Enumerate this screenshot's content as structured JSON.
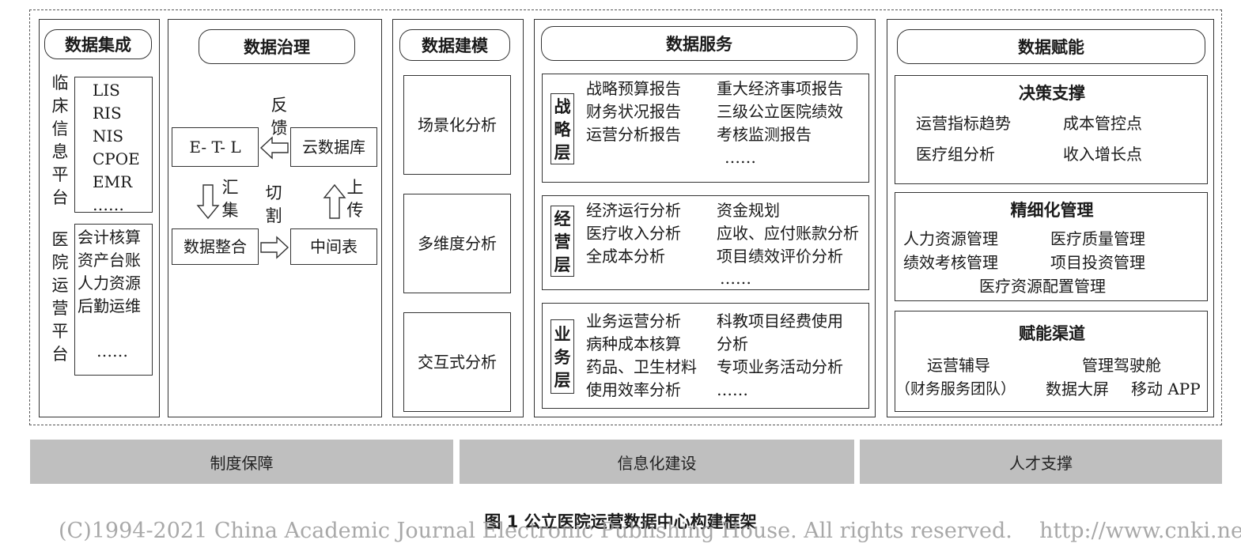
{
  "col1": {
    "title": "数据集成",
    "clinical_label": "临床信息平台",
    "clinical_items": [
      "LIS",
      "RIS",
      "NIS",
      "CPOE",
      "EMR",
      "……"
    ],
    "ops_label": "医院运营平台",
    "ops_items": [
      "会计核算",
      "资产台账",
      "人力资源",
      "后勤运维",
      "……"
    ]
  },
  "col2": {
    "title": "数据治理",
    "etl": "E- T- L",
    "cloud_db": "云数据库",
    "integration": "数据整合",
    "middle_table": "中间表",
    "feedback": "反馈",
    "aggregate": "汇集",
    "cut": "切割",
    "upload": "上传"
  },
  "col3": {
    "title": "数据建模",
    "items": [
      "场景化分析",
      "多维度分析",
      "交互式分析"
    ]
  },
  "col4": {
    "title": "数据服务",
    "strategy": {
      "label": "战略层",
      "left": [
        "战略预算报告",
        "财务状况报告",
        "运营分析报告"
      ],
      "right": [
        "重大经济事项报告",
        "三级公立医院绩效",
        "考核监测报告",
        "……"
      ]
    },
    "operation": {
      "label": "经营层",
      "left": [
        "经济运行分析",
        "医疗收入分析",
        "全成本分析"
      ],
      "right": [
        "资金规划",
        "应收、应付账款分析",
        "项目绩效评价分析",
        "……"
      ]
    },
    "business": {
      "label": "业务层",
      "left": [
        "业务运营分析",
        "病种成本核算",
        "药品、卫生材料",
        "使用效率分析"
      ],
      "right": [
        "科教项目经费使用",
        "分析",
        "专项业务活动分析",
        "……"
      ]
    }
  },
  "col5": {
    "title": "数据赋能",
    "decision": {
      "title": "决策支撑",
      "items": [
        "运营指标趋势",
        "成本管控点",
        "医疗组分析",
        "收入增长点"
      ]
    },
    "refined": {
      "title": "精细化管理",
      "items": [
        "人力资源管理",
        "医疗质量管理",
        "绩效考核管理",
        "项目投资管理",
        "医疗资源配置管理"
      ]
    },
    "channel": {
      "title": "赋能渠道",
      "items": [
        "运营辅导",
        "管理驾驶舱",
        "（财务服务团队）",
        "数据大屏",
        "移动 APP"
      ]
    }
  },
  "bottom_bars": [
    "制度保障",
    "信息化建设",
    "人才支撑"
  ],
  "caption": "图 1 公立医院运营数据中心构建框架",
  "watermark": "(C)1994-2021 China Academic Journal Electronic Publishing House. All rights reserved.    http://www.cnki.net"
}
